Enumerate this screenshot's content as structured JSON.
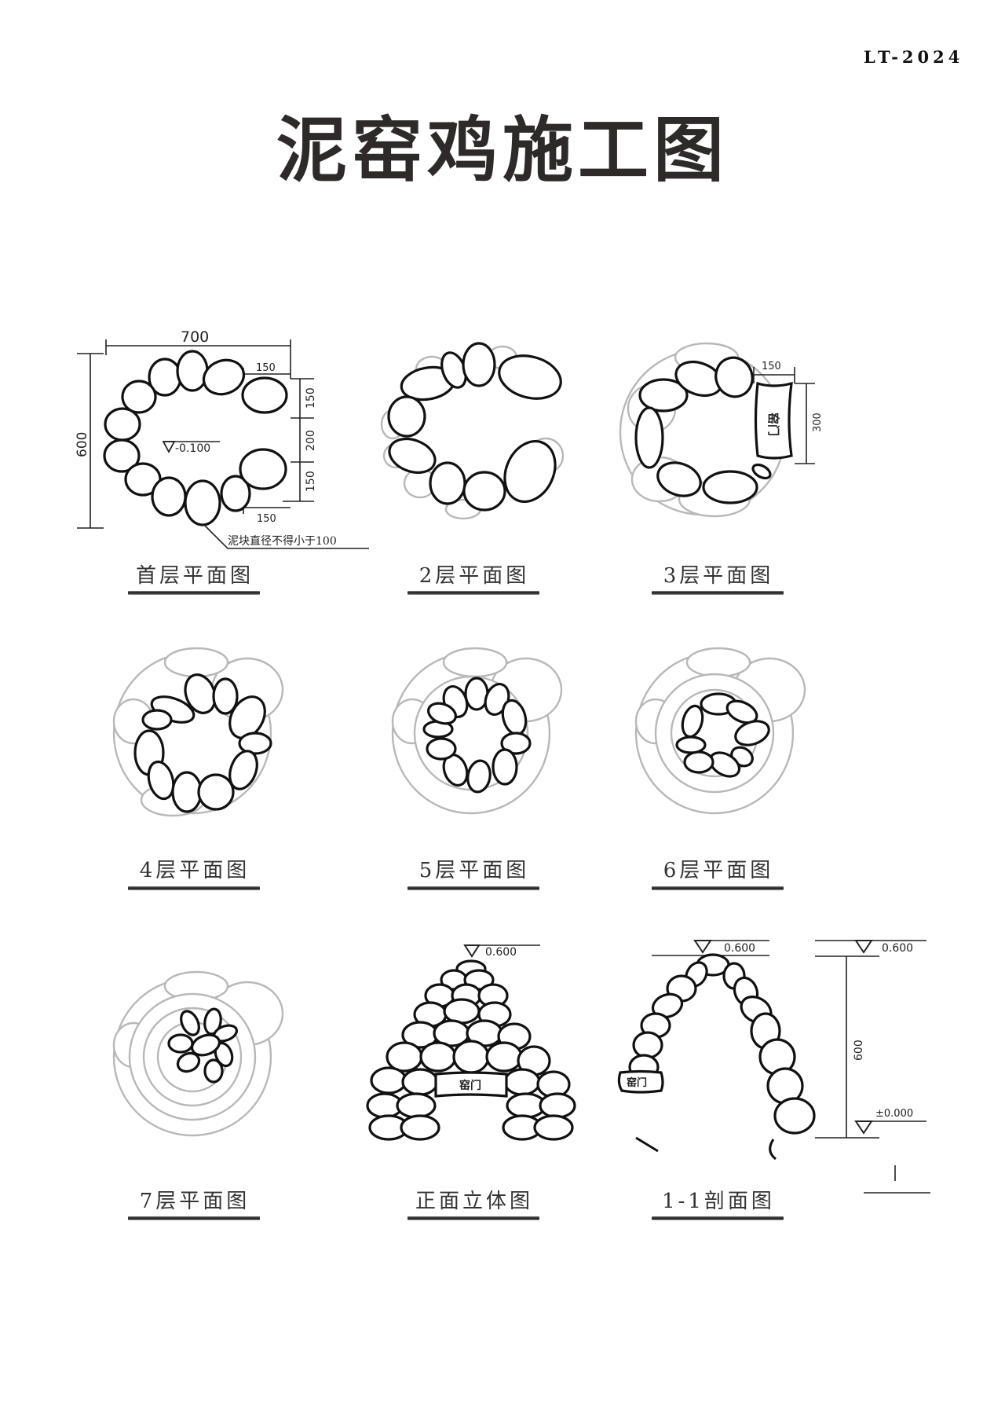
{
  "header": {
    "code": "LT-2024",
    "title": "泥窑鸡施工图"
  },
  "panels": [
    {
      "id": "floor-1",
      "caption": "首层平面图",
      "dimensions": {
        "width": "700",
        "height": "600",
        "top_offset": "150",
        "bottom_offset": "150",
        "right_segments": [
          "150",
          "200",
          "150"
        ],
        "elevation": "-0.100"
      },
      "note": "泥块直径不得小于100"
    },
    {
      "id": "floor-2",
      "caption": "2层平面图"
    },
    {
      "id": "floor-3",
      "caption": "3层平面图",
      "dimensions": {
        "door_width": "150",
        "door_height": "300"
      },
      "door_label": "窑门"
    },
    {
      "id": "floor-4",
      "caption": "4层平面图"
    },
    {
      "id": "floor-5",
      "caption": "5层平面图"
    },
    {
      "id": "floor-6",
      "caption": "6层平面图"
    },
    {
      "id": "floor-7",
      "caption": "7层平面图"
    },
    {
      "id": "front-elevation",
      "caption": "正面立体图",
      "elevation": "0.600",
      "door_label": "窑门"
    },
    {
      "id": "section-1-1",
      "caption": "1-1剖面图",
      "elevation_top": "0.600",
      "elevation_top_right": "0.600",
      "elevation_bottom": "±0.000",
      "height": "600",
      "door_label": "窑门"
    }
  ]
}
